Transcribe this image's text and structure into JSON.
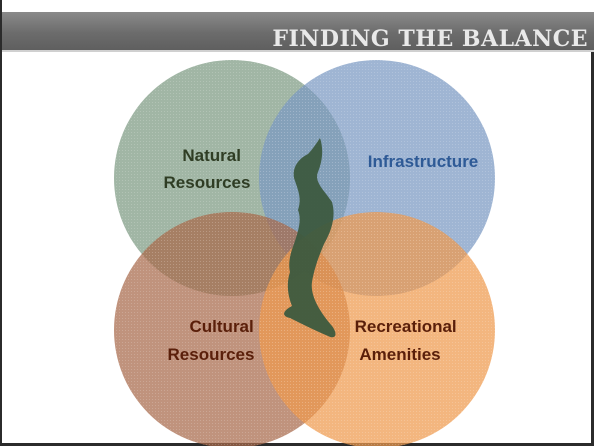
{
  "header": {
    "title": "FINDING THE BALANCE"
  },
  "venn": {
    "circles": [
      {
        "id": "natural",
        "lines": [
          "Natural",
          "Resources"
        ],
        "fill": "#7d9a82",
        "text_color": "#2f3d24"
      },
      {
        "id": "infrastructure",
        "lines": [
          "Infrastructure"
        ],
        "fill": "#7a98c2",
        "text_color": "#2e5a96"
      },
      {
        "id": "cultural",
        "lines": [
          "Cultural",
          "Resources"
        ],
        "fill": "#a8694b",
        "text_color": "#5a1f0a"
      },
      {
        "id": "recreational",
        "lines": [
          "Recreational",
          "Amenities"
        ],
        "fill": "#ef9a4e",
        "text_color": "#5a1f0a"
      }
    ],
    "center_shape": {
      "fill": "#3c5a3f",
      "meaning": "river"
    }
  }
}
